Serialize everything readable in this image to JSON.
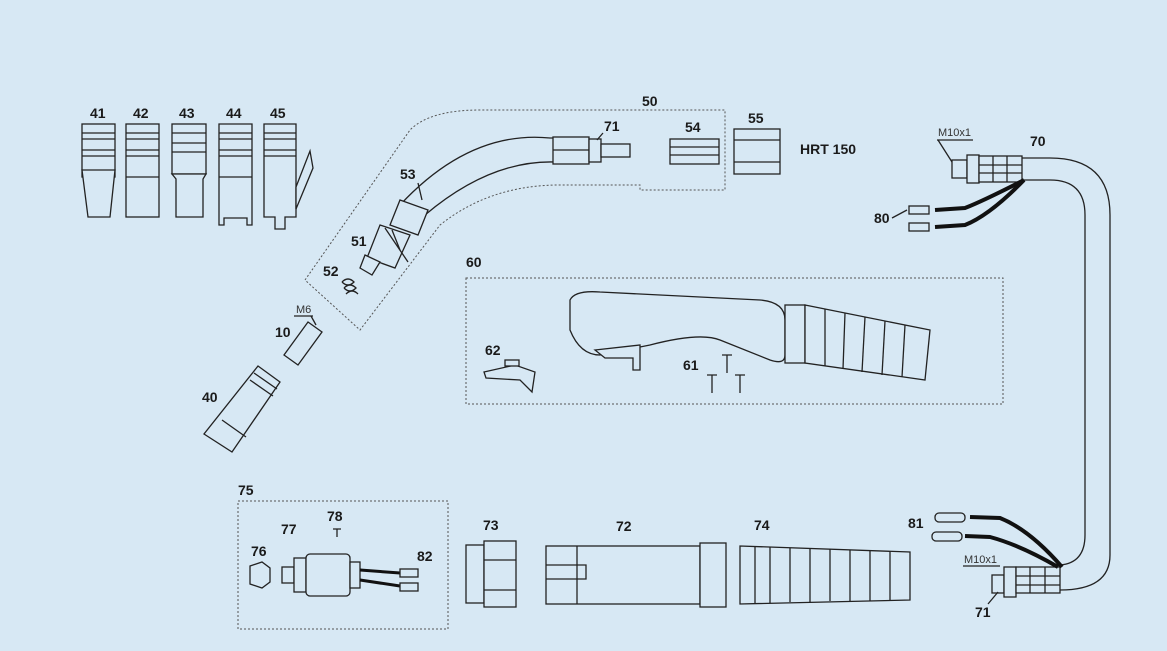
{
  "labels": {
    "p41": "41",
    "p42": "42",
    "p43": "43",
    "p44": "44",
    "p45": "45",
    "p50": "50",
    "p71a": "71",
    "p54": "54",
    "p55": "55",
    "model": "HRT 150",
    "p53": "53",
    "p51": "51",
    "p52": "52",
    "m6": "M6",
    "p10": "10",
    "p40": "40",
    "p60": "60",
    "p62": "62",
    "p61": "61",
    "p70": "70",
    "m10a": "M10x1",
    "p80": "80",
    "p81": "81",
    "m10b": "M10x1",
    "p71b": "71",
    "p75": "75",
    "p77": "77",
    "p78": "78",
    "p76": "76",
    "p82": "82",
    "p73": "73",
    "p72": "72",
    "p74": "74"
  },
  "colors": {
    "background": "#d7e8f4",
    "line": "#222222"
  }
}
